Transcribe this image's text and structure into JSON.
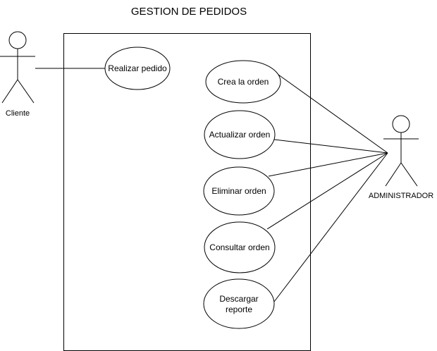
{
  "diagram": {
    "title": "GESTION DE PEDIDOS",
    "actors": {
      "cliente": "Cliente",
      "administrador": "ADMINISTRADOR"
    },
    "use_cases": {
      "realizar_pedido": "Realizar pedido",
      "crea_orden": "Crea la orden",
      "actualizar_orden": "Actualizar orden",
      "eliminar_orden": "Eliminar orden",
      "consultar_orden": "Consultar orden",
      "descargar_reporte_line1": "Descargar",
      "descargar_reporte_line2": "reporte"
    }
  }
}
